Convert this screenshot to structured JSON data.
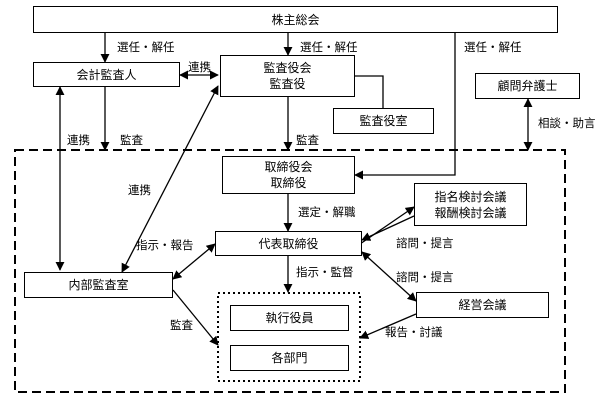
{
  "nodes": {
    "shareholders": "株主総会",
    "auditor": "会計監査人",
    "audit_board": [
      "監査役会",
      "監査役"
    ],
    "audit_office": "監査役室",
    "lawyer": "顧問弁護士",
    "board": [
      "取締役会",
      "取締役"
    ],
    "committees": [
      "指名検討会議",
      "報酬検討会議"
    ],
    "ceo": "代表取締役",
    "internal_audit": "内部監査室",
    "executives": "執行役員",
    "departments": "各部門",
    "mgmt_meeting": "経営会議"
  },
  "edges": {
    "elect_1": "選任・解任",
    "elect_2": "選任・解任",
    "elect_3": "選任・解任",
    "link_top": "連携",
    "link_left": "連携",
    "audit_left": "監査",
    "link_diag": "連携",
    "audit_mid": "監査",
    "consult": "相談・助言",
    "select": "選定・解職",
    "inst_report": "指示・報告",
    "advise_1": "諮問・提言",
    "inst_supervise": "指示・監督",
    "advise_2": "諮問・提言",
    "audit_bottom": "監査",
    "report_discuss": "報告・討議"
  }
}
